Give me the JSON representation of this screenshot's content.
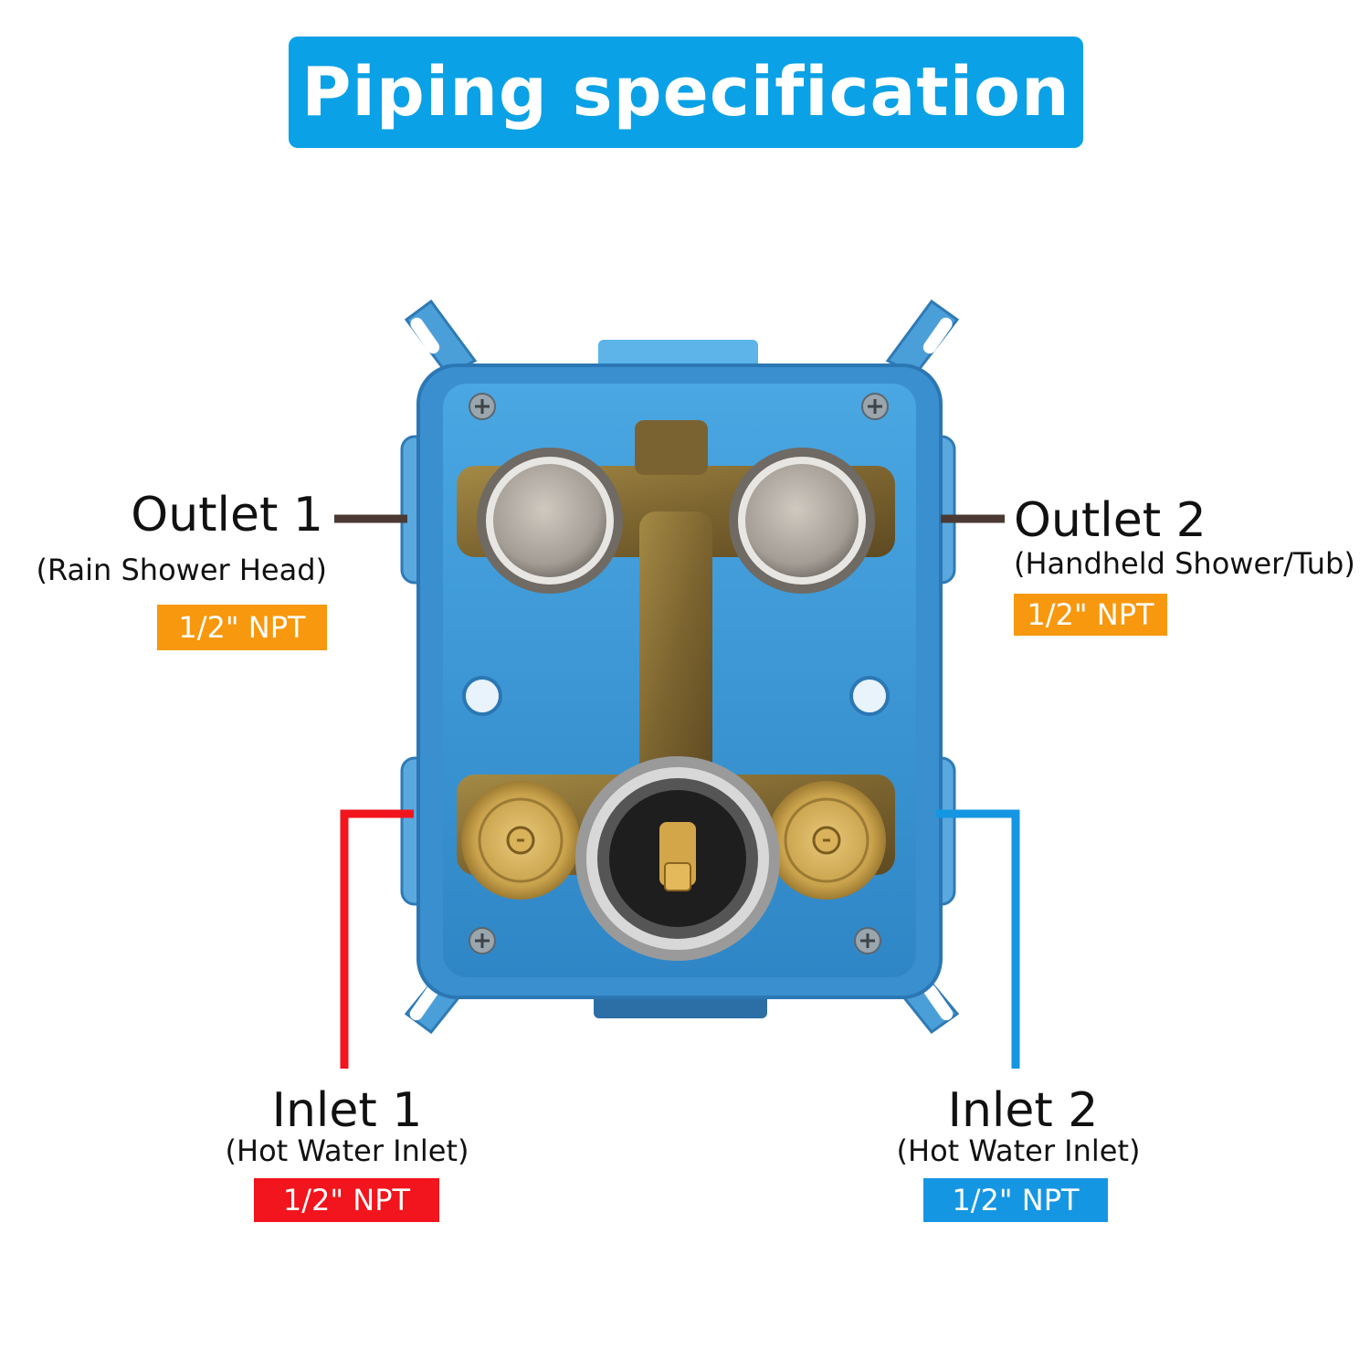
{
  "title": "Piping specification",
  "colors": {
    "title_bg": "#0aa1e6",
    "outlet_badge": "#f7980f",
    "hot_red": "#f2151d",
    "cold_blue": "#1596e2",
    "outlet_line": "#4a3a33",
    "box_blue": "#3d9bd8",
    "brass": "#8b7434"
  },
  "outlet1": {
    "name": "Outlet 1",
    "desc": "(Rain Shower Head)",
    "spec": "1/2\" NPT"
  },
  "outlet2": {
    "name": "Outlet 2",
    "desc": "(Handheld Shower/Tub)",
    "spec": "1/2\" NPT"
  },
  "inlet1": {
    "name": "Inlet 1",
    "desc": "(Hot Water Inlet)",
    "spec": "1/2\" NPT"
  },
  "inlet2": {
    "name": "Inlet 2",
    "desc": "(Hot Water Inlet)",
    "spec": "1/2\" NPT"
  },
  "icons": [
    "valve-box-illustration",
    "screw-icon",
    "cartridge-icon",
    "outlet-cap-icon",
    "inlet-fitting-icon"
  ]
}
